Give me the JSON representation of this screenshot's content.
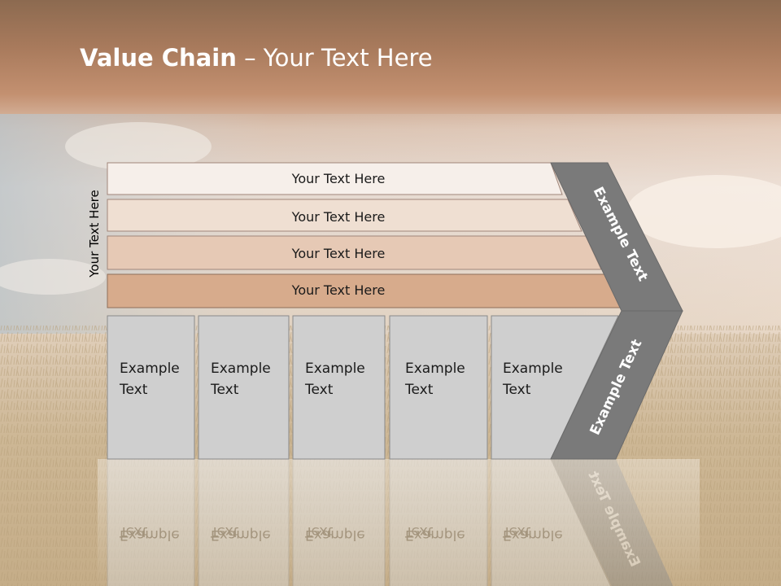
{
  "slide": {
    "title_bold": "Value Chain",
    "title_rest": " – Your Text Here",
    "side_label": "Your Text Here"
  },
  "bars": [
    {
      "label": "Your Text Here",
      "fill": "#f6efea"
    },
    {
      "label": "Your Text Here",
      "fill": "#efdfd2"
    },
    {
      "label": "Your Text Here",
      "fill": "#e6c9b5"
    },
    {
      "label": "Your Text Here",
      "fill": "#d7ab8c"
    }
  ],
  "boxes": [
    {
      "line1": "Example",
      "line2": "Text"
    },
    {
      "line1": "Example",
      "line2": "Text"
    },
    {
      "line1": "Example",
      "line2": "Text"
    },
    {
      "line1": "Example",
      "line2": "Text"
    },
    {
      "line1": "Example",
      "line2": "Text"
    }
  ],
  "chevron": {
    "upper_label": "Example Text",
    "lower_label": "Example Text",
    "fill": "#7a7a7a"
  },
  "colors": {
    "sky_top": "#8f6a4f",
    "sky_band": "#c79272",
    "box_fill": "#cfcfcf",
    "box_stroke": "#8a8a8a"
  }
}
